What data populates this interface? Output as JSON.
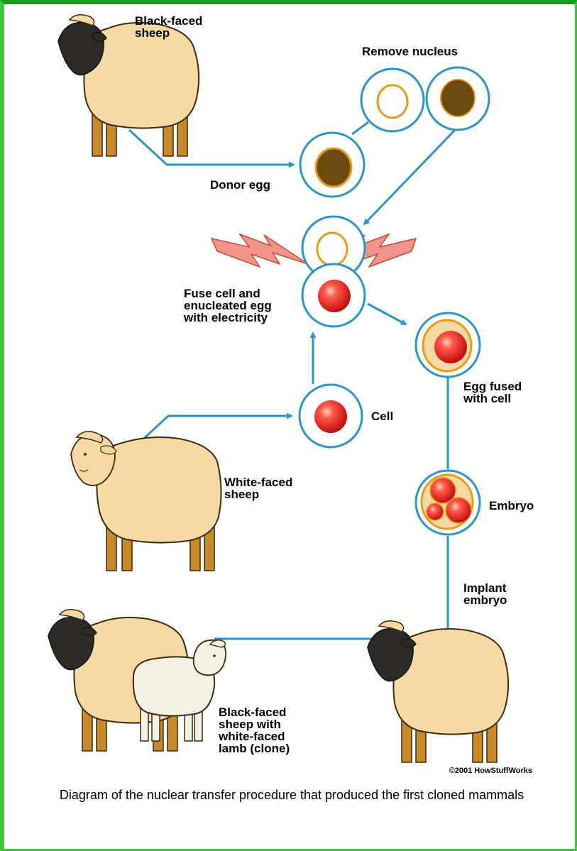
{
  "labels": {
    "black_faced_sheep": "Black-faced\nsheep",
    "remove_nucleus": "Remove nucleus",
    "donor_egg": "Donor egg",
    "fuse": "Fuse cell and\nenucleated egg\nwith electricity",
    "egg_fused": "Egg fused\nwith cell",
    "cell": "Cell",
    "white_faced_sheep": "White-faced\nsheep",
    "embryo": "Embryo",
    "implant_embryo": "Implant\nembryo",
    "black_faced_with_lamb": "Black-faced\nsheep with\nwhite-faced\nlamb (clone)"
  },
  "credit": "©2001 HowStuffWorks",
  "caption": "Diagram of the nuclear transfer procedure that produced the first cloned mammals",
  "colors": {
    "frame": "#3cc83c",
    "arrow": "#2b95c8",
    "membrane": "#e89a1c",
    "nucleus_donor": "#6b4a10",
    "nucleus_cell": "#e01818",
    "sheep_body": "#f6d9a3",
    "sheep_face_dark": "#2e2a26",
    "sheep_legs": "#c98a2a",
    "lamb_body": "#f4f1e4",
    "spark": "#f2948a"
  },
  "icons": {
    "sheep": "sheep-illustration",
    "lamb": "lamb-illustration",
    "cell": "cell-circle",
    "spark": "electric-spark"
  }
}
